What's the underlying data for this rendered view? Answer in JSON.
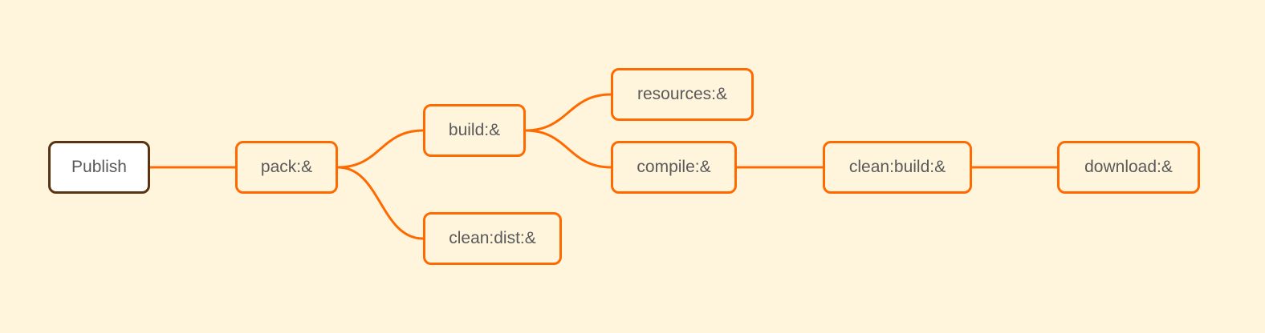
{
  "colors": {
    "background": "#fff4dc",
    "accent": "#ff6a00",
    "root_border": "#5a3312",
    "root_fill": "#ffffff",
    "text": "#5a5a5a"
  },
  "diagram": {
    "type": "mind-map",
    "nodes": [
      {
        "id": "publish",
        "label": "Publish",
        "root": true
      },
      {
        "id": "pack",
        "label": "pack:&"
      },
      {
        "id": "build",
        "label": "build:&"
      },
      {
        "id": "clean-dist",
        "label": "clean:dist:&"
      },
      {
        "id": "resources",
        "label": "resources:&"
      },
      {
        "id": "compile",
        "label": "compile:&"
      },
      {
        "id": "clean-build",
        "label": "clean:build:&"
      },
      {
        "id": "download",
        "label": "download:&"
      }
    ],
    "edges": [
      {
        "from": "publish",
        "to": "pack"
      },
      {
        "from": "pack",
        "to": "build"
      },
      {
        "from": "pack",
        "to": "clean-dist"
      },
      {
        "from": "build",
        "to": "resources"
      },
      {
        "from": "build",
        "to": "compile"
      },
      {
        "from": "compile",
        "to": "clean-build"
      },
      {
        "from": "clean-build",
        "to": "download"
      }
    ]
  }
}
